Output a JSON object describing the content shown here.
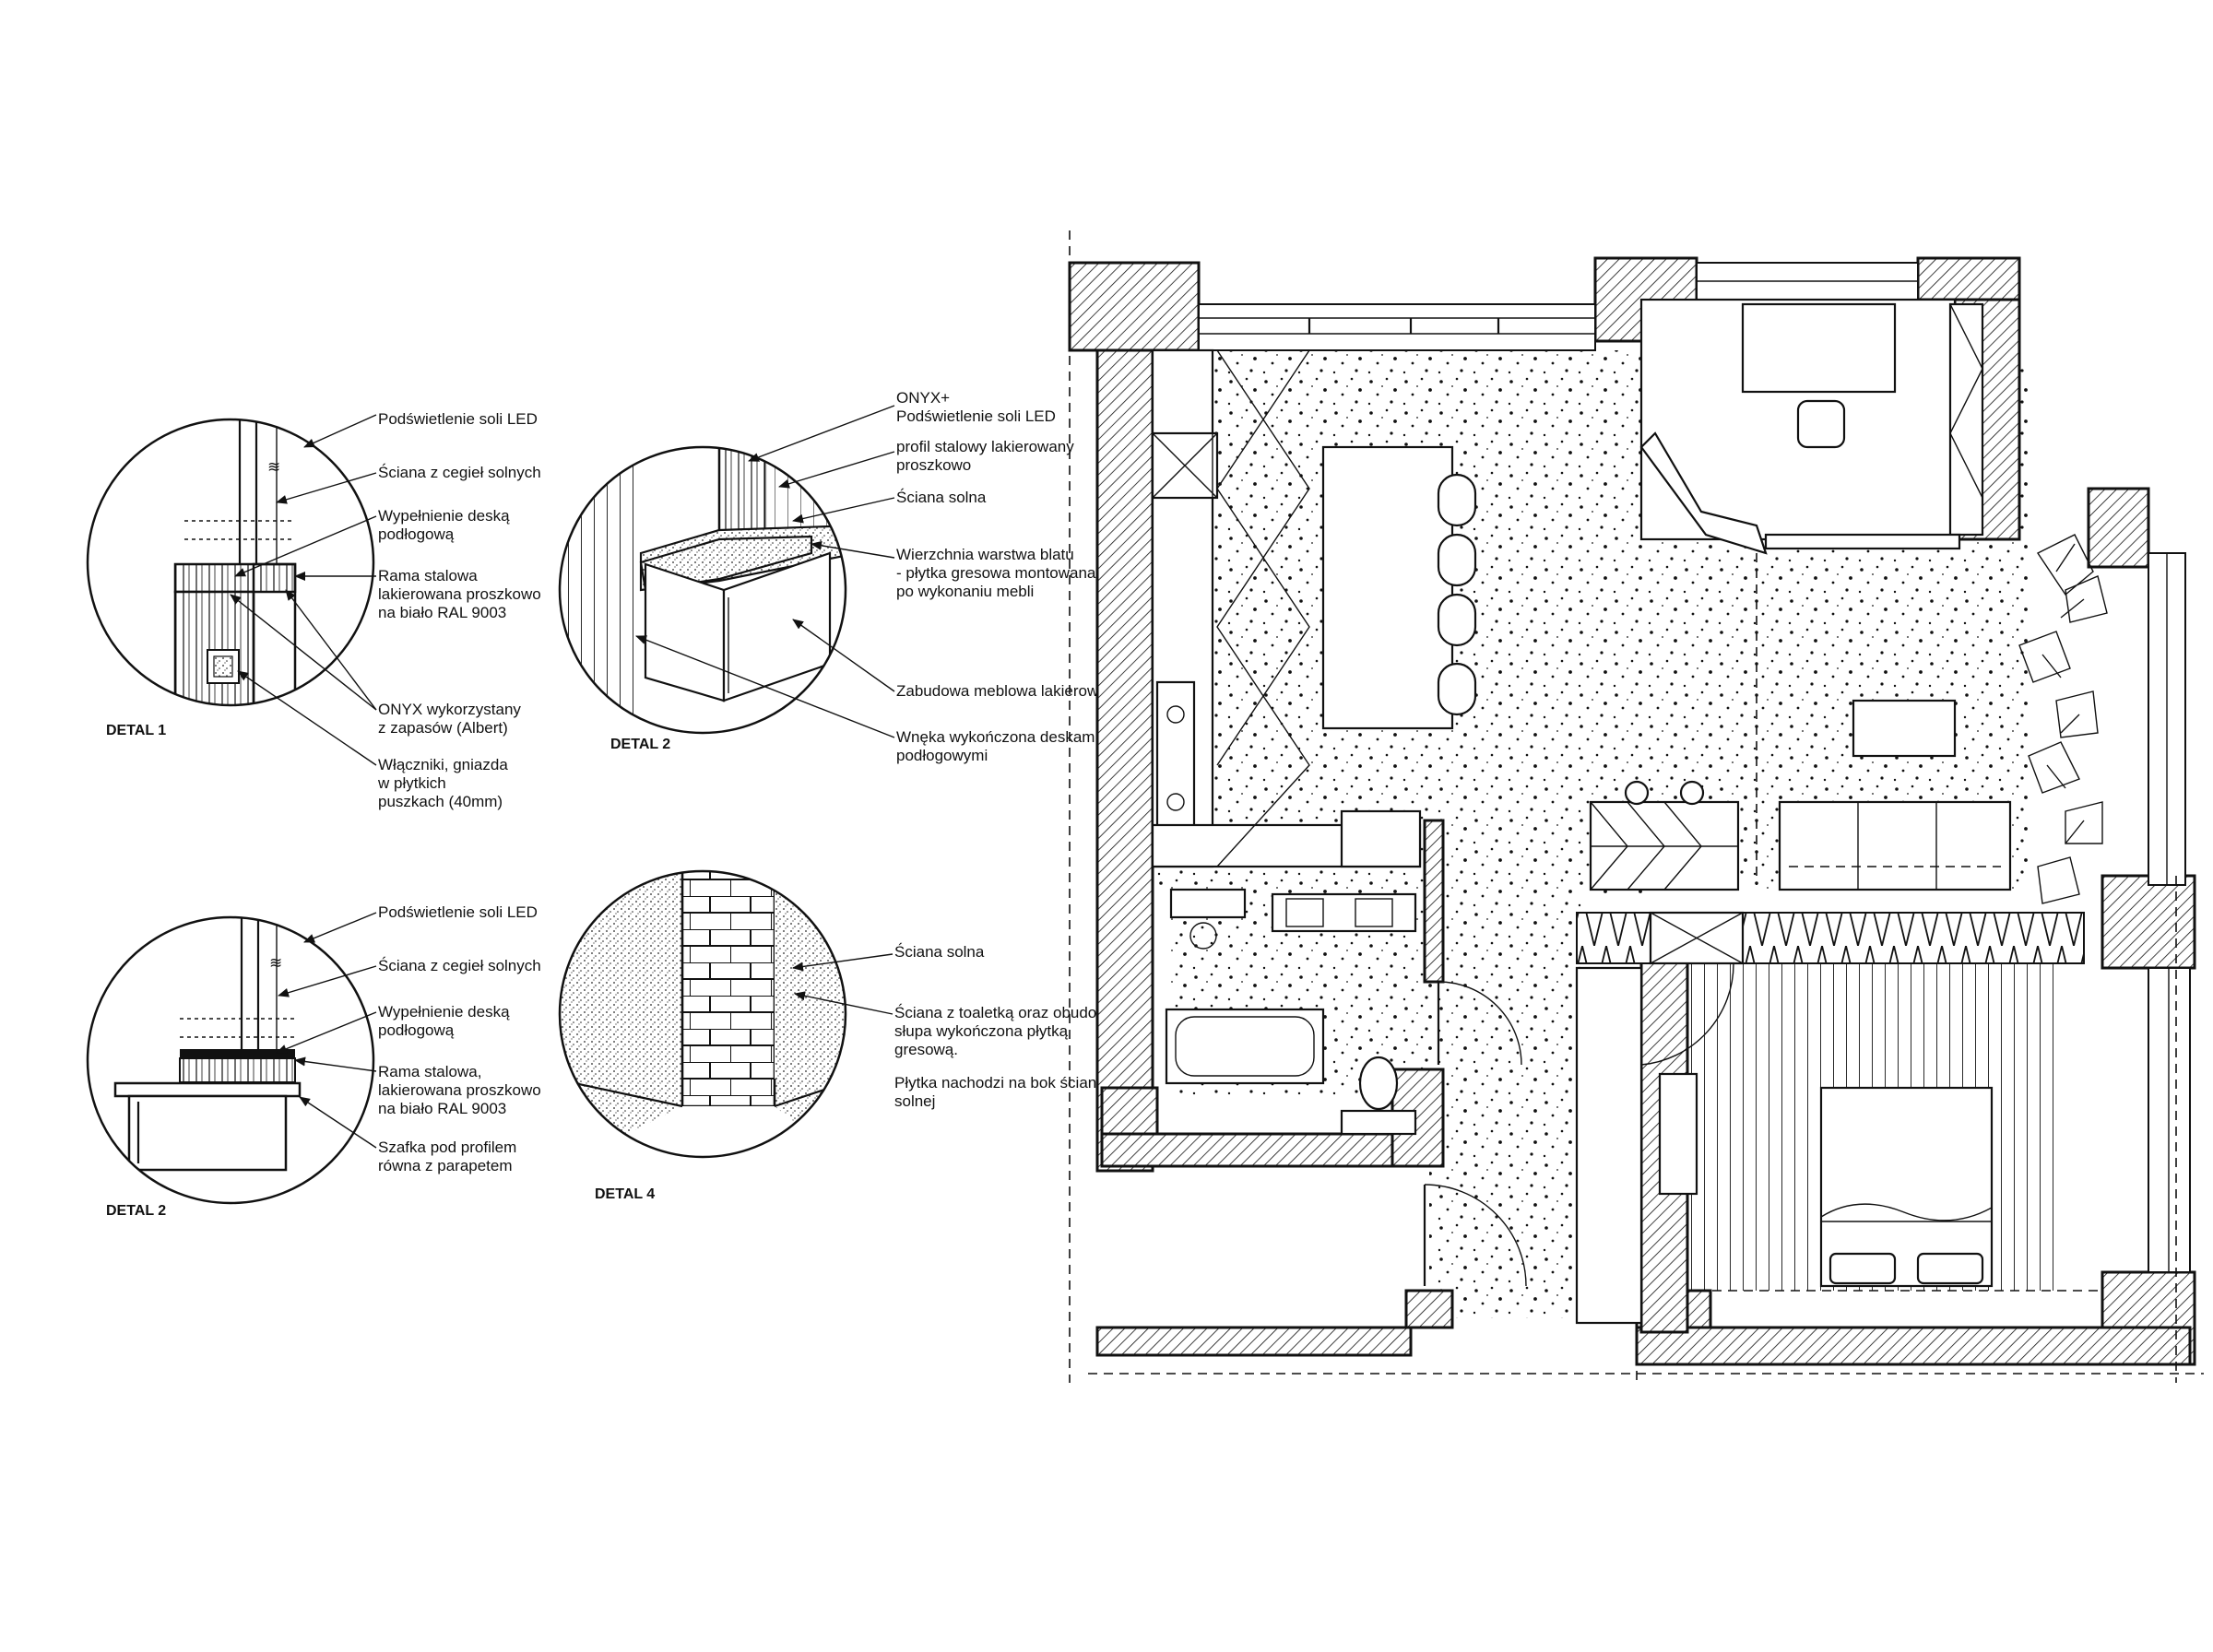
{
  "details": {
    "d1": {
      "title": "DETAL 1",
      "labels": [
        [
          "Podświetlenie soli LED"
        ],
        [
          "Ściana z cegieł solnych"
        ],
        [
          "Wypełnienie deską",
          "podłogową"
        ],
        [
          "Rama stalowa",
          "lakierowana proszkowo",
          "na biało RAL 9003"
        ],
        [
          "ONYX wykorzystany",
          "z zapasów (Albert)"
        ],
        [
          "Włączniki, gniazda",
          "w płytkich",
          "puszkach (40mm)"
        ]
      ]
    },
    "d2a": {
      "title": "DETAL 2",
      "labels": [
        [
          "ONYX+",
          "Podświetlenie soli LED"
        ],
        [
          "profil stalowy lakierowany",
          "proszkowo"
        ],
        [
          "Ściana solna"
        ],
        [
          "Wierzchnia warstwa blatu",
          "- płytka gresowa montowana",
          "po wykonaniu mebli"
        ],
        [
          "Zabudowa meblowa lakierowana"
        ],
        [
          "Wnęka wykończona deskami",
          "podłogowymi"
        ]
      ]
    },
    "d2b": {
      "title": "DETAL 2",
      "labels": [
        [
          "Podświetlenie soli LED"
        ],
        [
          "Ściana z cegieł solnych"
        ],
        [
          "Wypełnienie deską",
          "podłogową"
        ],
        [
          "Rama stalowa,",
          "lakierowana proszkowo",
          "na biało RAL 9003"
        ],
        [
          "Szafka pod profilem",
          "równa z parapetem"
        ]
      ]
    },
    "d4": {
      "title": "DETAL 4",
      "labels": [
        [
          "Ściana solna"
        ],
        [
          "Ściana z toaletką oraz obudowa",
          "słupa wykończona płytką",
          "gresową."
        ],
        [
          "Płytka nachodzi na bok ściany",
          "solnej"
        ]
      ]
    }
  }
}
